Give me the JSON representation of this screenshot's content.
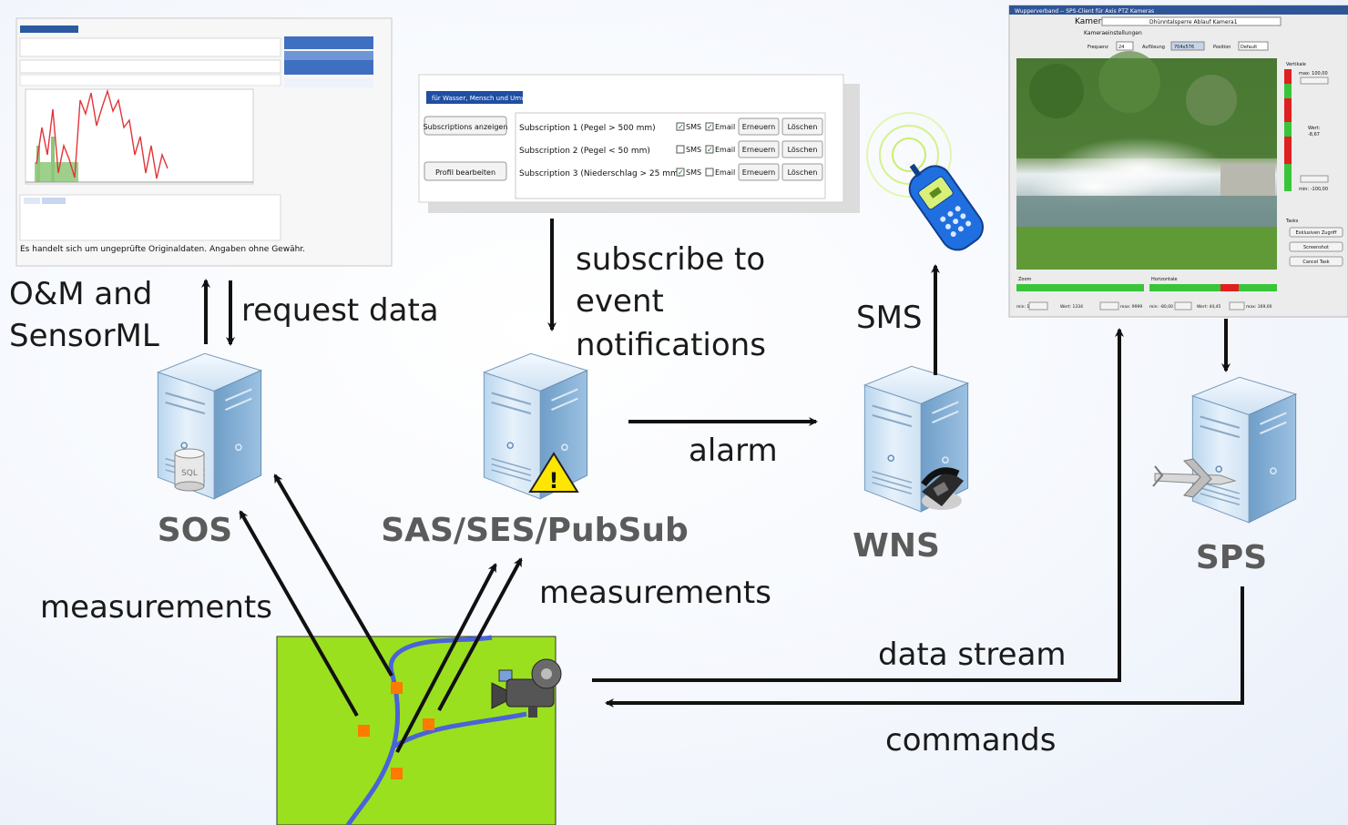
{
  "labels": {
    "om_line1": "O&M and",
    "om_line2": "SensorML",
    "request_data": "request data",
    "subscribe_line1": "subscribe to",
    "subscribe_line2": "event",
    "subscribe_line3": "notifications",
    "alarm": "alarm",
    "sms": "SMS",
    "measurements_left": "measurements",
    "measurements_right": "measurements",
    "data_stream": "data stream",
    "commands": "commands"
  },
  "services": {
    "sos": "SOS",
    "sas": "SAS/SES/PubSub",
    "wns": "WNS",
    "sps": "SPS"
  },
  "server_badges": {
    "sql": "SQL",
    "warning": "!"
  },
  "subscription_panel": {
    "header": "für Wasser, Mensch und Umwelt",
    "show_button": "Subscriptions anzeigen",
    "profile_button": "Profil bearbeiten",
    "rows": [
      {
        "name": "Subscription 1 (Pegel > 500 mm)",
        "sms": true,
        "email": true
      },
      {
        "name": "Subscription 2 (Pegel < 50 mm)",
        "sms": false,
        "email": true
      },
      {
        "name": "Subscription 3 (Niederschlag > 25 mm)",
        "sms": true,
        "email": false
      }
    ],
    "sms_label": "SMS",
    "email_label": "Email",
    "renew_label": "Erneuern",
    "delete_label": "Löschen"
  },
  "sps_client": {
    "title": "Wupperverband -- SPS-Client für Axis PTZ Kameras",
    "camera_label": "Kamera",
    "camera_value": "Dhünntalsperre Ablauf Kamera1",
    "settings_label": "Kameraeinstellungen",
    "frequency_label": "Frequenz",
    "frequency_value": "24",
    "resolution_label": "Auflösung",
    "resolution_value": "704x576",
    "position_label": "Position",
    "position_value": "Default",
    "vertical_label": "Vertikale",
    "vertical_max": "max: 100,00",
    "vertical_value_label": "Wert:",
    "vertical_value": "-8,67",
    "vertical_min": "min: -100,00",
    "tasks_label": "Tasks",
    "task_buttons": [
      "Exklusiven Zugriff",
      "Screenshot",
      "Cancel Task"
    ],
    "zoom_label": "Zoom",
    "horizontal_label": "Horizontale",
    "zoom_min": "min: 1",
    "zoom_value": "Wert: 1334",
    "zoom_max": "max: 9999",
    "horizontal_min": "min: -80,00",
    "horizontal_value": "Wert: 44,45",
    "horizontal_max": "max: 169,00"
  },
  "sos_client": {
    "bottom_note": "Es handelt sich um ungeprüfte Originaldaten. Angaben ohne Gewähr."
  },
  "colors": {
    "arrow": "#111111",
    "field_green": "#9be01f",
    "river_blue": "#4a63d8",
    "sensor_orange": "#ff7a00",
    "service_gray": "#5b5b5b",
    "panel_blue": "#2c5aa0"
  }
}
